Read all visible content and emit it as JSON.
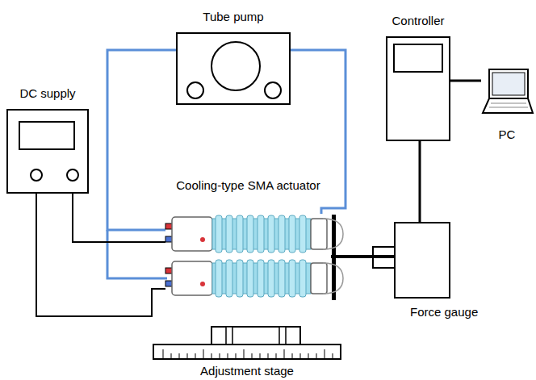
{
  "diagram": {
    "nodes": [
      {
        "text": [
          "Tube pump"
        ]
      },
      {
        "text": [
          "DC supply"
        ]
      },
      {
        "text": [
          "Controller"
        ]
      },
      {
        "text": [
          "PC"
        ]
      },
      {
        "text": [
          "Cooling-type SMA actuator"
        ]
      },
      {
        "text": [
          "Force gauge"
        ]
      },
      {
        "text": [
          "Adjustment stage"
        ]
      }
    ],
    "edges": [
      {
        "from": 0,
        "to": 4,
        "arrow": "none"
      },
      {
        "from": 0,
        "to": 4,
        "arrow": "none"
      },
      {
        "from": 1,
        "to": 4,
        "arrow": "none"
      },
      {
        "from": 1,
        "to": 4,
        "arrow": "none"
      },
      {
        "from": 4,
        "to": 5,
        "arrow": "none"
      },
      {
        "from": 2,
        "to": 3,
        "arrow": "none"
      },
      {
        "from": 2,
        "to": 5,
        "arrow": "none"
      }
    ]
  }
}
